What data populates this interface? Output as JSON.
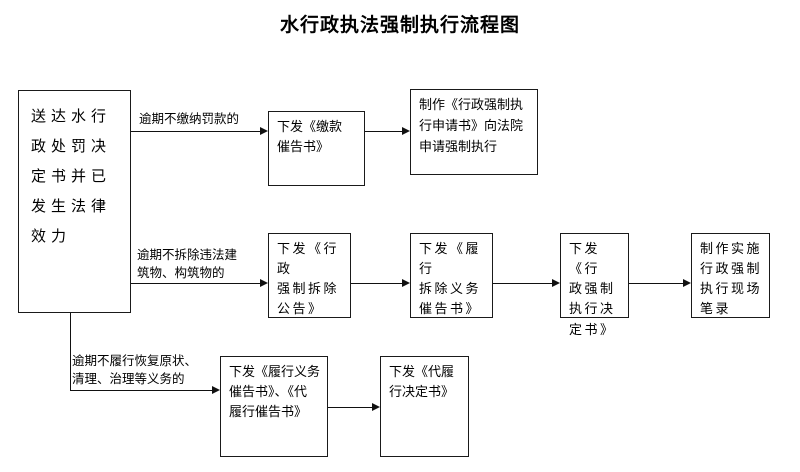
{
  "title": "水行政执法强制执行流程图",
  "nodes": {
    "start": "送达水行政处罚决定书并已发生法律效力",
    "r1c1": "下发《缴款\n催告书》",
    "r1c2": "制作《行政强制执\n行申请书》向法院\n申请强制执行",
    "r2c1": "下发《行政\n强制拆除\n公告》",
    "r2c2": "下发《履行\n拆除义务\n催告书》",
    "r2c3": "下发《行\n政强制\n执行决\n定书》",
    "r2c4": "制作实施\n行政强制\n执行现场\n笔录",
    "r3c1": "下发《履行义务\n催告书》、《代\n履行催告书》",
    "r3c2": "下发《代履\n行决定书》"
  },
  "edge_labels": {
    "branch1": "逾期不缴纳罚款的",
    "branch2": "逾期不拆除违法建\n筑物、构筑物的",
    "branch3": "逾期不履行恢复原状、\n清理、治理等义务的"
  },
  "colors": {
    "line": "#111111",
    "border": "#1a1a1a",
    "text": "#000000",
    "background": "#ffffff"
  }
}
